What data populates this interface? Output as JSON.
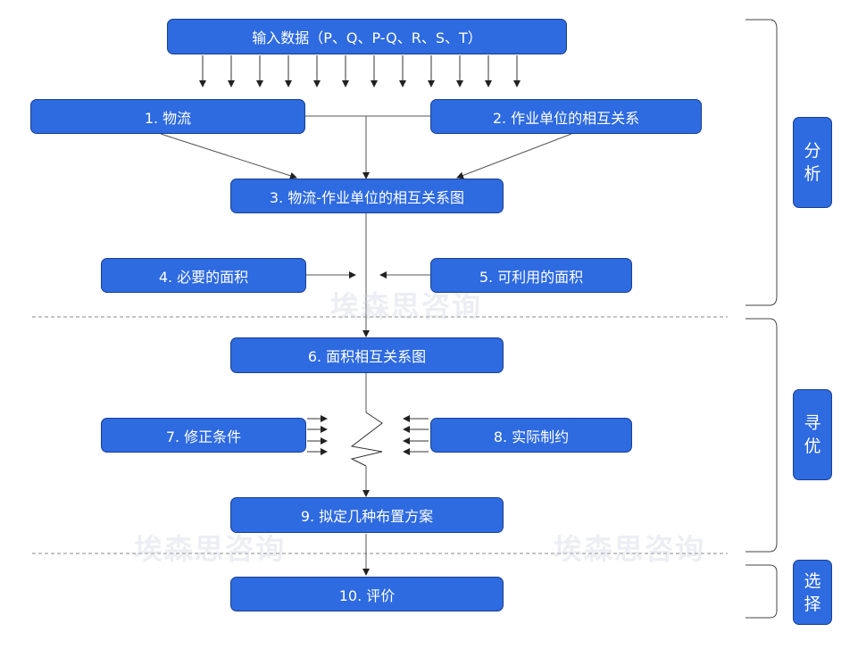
{
  "input_label": "输入数据（P、Q、P-Q、R、S、T）",
  "steps": {
    "s1": "1. 物流",
    "s2": "2. 作业单位的相互关系",
    "s3": "3. 物流-作业单位的相互关系图",
    "s4": "4. 必要的面积",
    "s5": "5. 可利用的面积",
    "s6": "6. 面积相互关系图",
    "s7": "7. 修正条件",
    "s8": "8. 实际制约",
    "s9": "9. 拟定几种布置方案",
    "s10": "10. 评价"
  },
  "phases": {
    "analysis": "分析",
    "optimize": "寻优",
    "select": "选择"
  },
  "watermark": "埃森思咨询",
  "colors": {
    "box_fill": "#2e6ae0",
    "box_border": "#1a3f8f",
    "line": "#333333"
  }
}
